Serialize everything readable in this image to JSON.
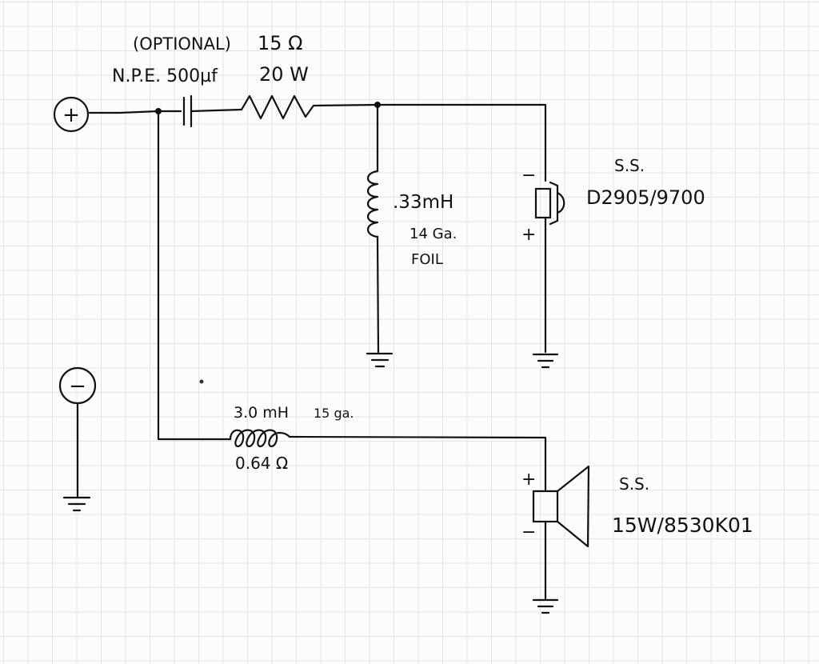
{
  "terminals": {
    "positive": "+",
    "negative": "−"
  },
  "capacitor": {
    "note": "(OPTIONAL)",
    "spec": "N.P.E. 500µf"
  },
  "resistor": {
    "value": "15 Ω",
    "power": "20 W"
  },
  "tweeter_coil": {
    "value": ".33mH",
    "gauge": "14 Ga.",
    "type": "FOIL"
  },
  "tweeter": {
    "brand": "S.S.",
    "model": "D2905/9700",
    "minus": "−",
    "plus": "+"
  },
  "woofer_coil": {
    "value": "3.0 mH",
    "gauge": "15 ga.",
    "resistance": "0.64 Ω"
  },
  "woofer": {
    "brand": "S.S.",
    "model": "15W/8530K01",
    "plus": "+",
    "minus": "−"
  }
}
